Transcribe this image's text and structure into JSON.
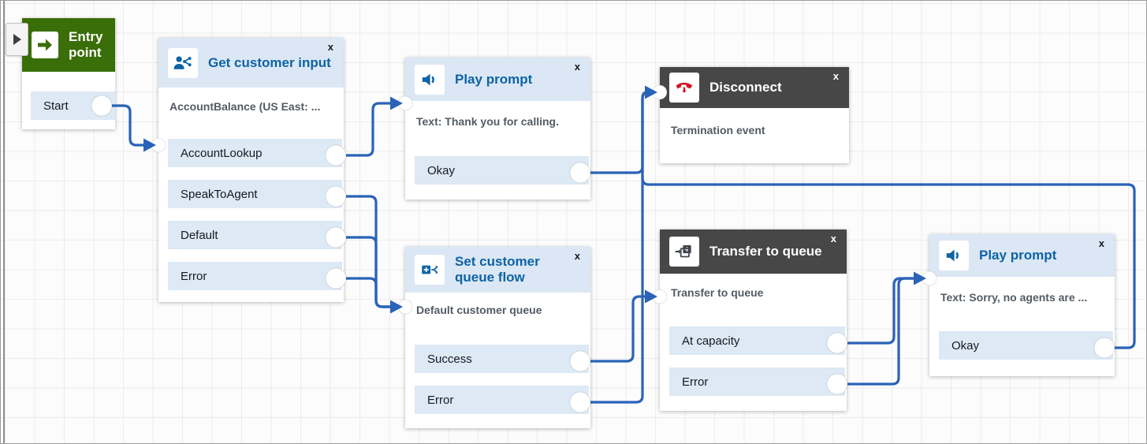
{
  "ui": {
    "close_label": "x"
  },
  "colors": {
    "entry_green": "#3a6e08",
    "header_light_blue": "#dbe7f4",
    "header_dark_gray": "#474747",
    "title_blue": "#0d63a5",
    "connector_blue": "#2a62b8",
    "row_light_blue": "#dde9f5",
    "disconnect_red": "#cf1220",
    "annotation_gray": "#545b64"
  },
  "blocks": [
    {
      "id": "entry-point",
      "title": "Entry point",
      "icon": "entry-arrow-icon",
      "annotation": "",
      "outputs": [
        "Start"
      ]
    },
    {
      "id": "get-customer-input",
      "title": "Get customer input",
      "icon": "get-customer-input-icon",
      "annotation": "AccountBalance (US East: ...",
      "outputs": [
        "AccountLookup",
        "SpeakToAgent",
        "Default",
        "Error"
      ]
    },
    {
      "id": "play-prompt-1",
      "title": "Play prompt",
      "icon": "play-prompt-icon",
      "annotation": "Text: Thank you for calling.",
      "outputs": [
        "Okay"
      ]
    },
    {
      "id": "disconnect",
      "title": "Disconnect",
      "icon": "disconnect-icon",
      "annotation": "Termination event",
      "outputs": []
    },
    {
      "id": "set-customer-queue-flow",
      "title": "Set customer queue flow",
      "icon": "set-customer-queue-flow-icon",
      "annotation": "Default customer queue",
      "outputs": [
        "Success",
        "Error"
      ]
    },
    {
      "id": "transfer-to-queue",
      "title": "Transfer to queue",
      "icon": "transfer-to-queue-icon",
      "annotation": "Transfer to queue",
      "outputs": [
        "At capacity",
        "Error"
      ]
    },
    {
      "id": "play-prompt-2",
      "title": "Play prompt",
      "icon": "play-prompt-icon",
      "annotation": "Text: Sorry, no agents are ...",
      "outputs": [
        "Okay"
      ]
    }
  ],
  "connections": [
    {
      "from": "Entry point: Start",
      "to": "Get customer input"
    },
    {
      "from": "Get customer input: AccountLookup",
      "to": "Play prompt"
    },
    {
      "from": "Get customer input: SpeakToAgent",
      "to": "Set customer queue flow"
    },
    {
      "from": "Get customer input: Default",
      "to": "Set customer queue flow"
    },
    {
      "from": "Get customer input: Error",
      "to": "Set customer queue flow"
    },
    {
      "from": "Play prompt: Okay",
      "to": "Disconnect"
    },
    {
      "from": "Set customer queue flow: Success",
      "to": "Transfer to queue"
    },
    {
      "from": "Set customer queue flow: Error",
      "to": "Disconnect"
    },
    {
      "from": "Transfer to queue: At capacity",
      "to": "Play prompt 2"
    },
    {
      "from": "Transfer to queue: Error",
      "to": "Play prompt 2"
    },
    {
      "from": "Play prompt 2: Okay",
      "to": "Disconnect"
    }
  ]
}
